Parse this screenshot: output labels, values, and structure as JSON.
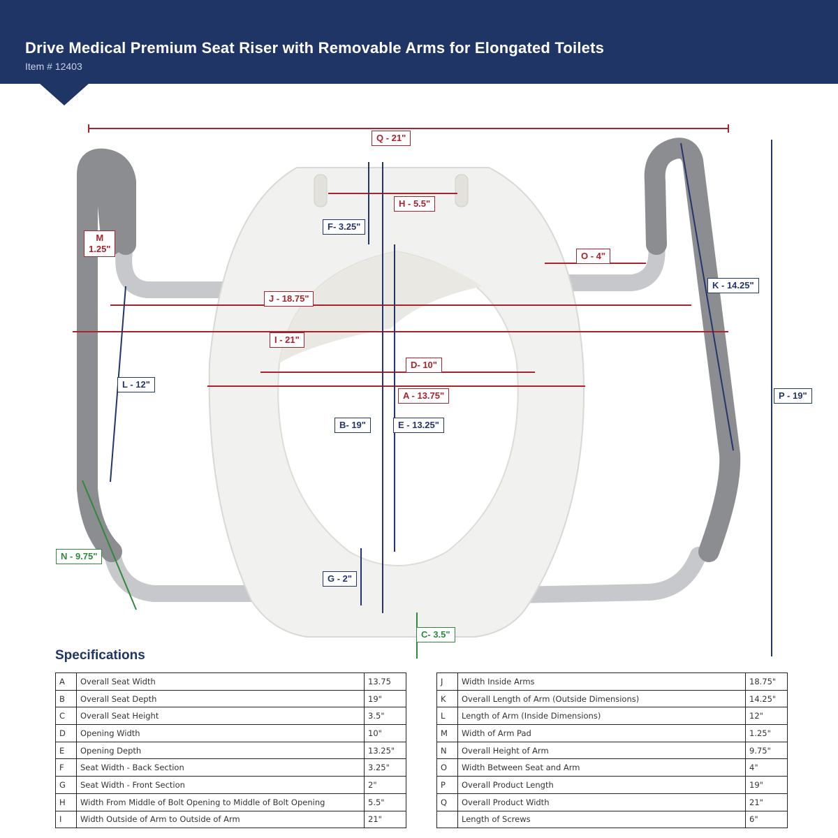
{
  "header": {
    "title": "Drive Medical Premium Seat Riser with Removable Arms for Elongated Toilets",
    "item_number": "Item # 12403"
  },
  "dimension_labels": {
    "Q": "Q - 21\"",
    "H": "H - 5.5\"",
    "F": "F- 3.25\"",
    "M": "M\n1.25\"",
    "O": "O - 4\"",
    "K": "K - 14.25\"",
    "J": "J - 18.75\"",
    "I": "I - 21\"",
    "D": "D- 10\"",
    "A": "A - 13.75\"",
    "L": "L - 12\"",
    "P": "P - 19\"",
    "B": "B- 19\"",
    "E": "E - 13.25\"",
    "N": "N - 9.75\"",
    "G": "G - 2\"",
    "C": "C- 3.5\""
  },
  "colors": {
    "header_bg": "#1f3565",
    "dim_red": "#a8232d",
    "dim_blue": "#23356a",
    "dim_green": "#2e8a3a",
    "arm_pad": "#8c8d91",
    "arm_tube": "#c6c8cc",
    "seat": "#f1f1ef"
  },
  "specifications": {
    "heading": "Specifications",
    "left_table": [
      {
        "code": "A",
        "name": "Overall Seat Width",
        "value": "13.75"
      },
      {
        "code": "B",
        "name": "Overall Seat Depth",
        "value": "19\""
      },
      {
        "code": "C",
        "name": "Overall Seat Height",
        "value": "3.5\""
      },
      {
        "code": "D",
        "name": "Opening Width",
        "value": "10\""
      },
      {
        "code": "E",
        "name": "Opening Depth",
        "value": "13.25\""
      },
      {
        "code": "F",
        "name": "Seat Width - Back Section",
        "value": "3.25\""
      },
      {
        "code": "G",
        "name": "Seat Width - Front Section",
        "value": "2\""
      },
      {
        "code": "H",
        "name": "Width From Middle of Bolt Opening to Middle of Bolt Opening",
        "value": "5.5\""
      },
      {
        "code": "I",
        "name": "Width Outside of Arm to Outside of Arm",
        "value": "21\""
      }
    ],
    "right_table": [
      {
        "code": "J",
        "name": "Width Inside Arms",
        "value": "18.75\""
      },
      {
        "code": "K",
        "name": "Overall Length of Arm (Outside Dimensions)",
        "value": "14.25\""
      },
      {
        "code": "L",
        "name": "Length of Arm (Inside Dimensions)",
        "value": "12\""
      },
      {
        "code": "M",
        "name": "Width of Arm Pad",
        "value": "1.25\""
      },
      {
        "code": "N",
        "name": "Overall Height of Arm",
        "value": "9.75\""
      },
      {
        "code": "O",
        "name": "Width Between Seat and Arm",
        "value": "4\""
      },
      {
        "code": "P",
        "name": "Overall Product Length",
        "value": "19\""
      },
      {
        "code": "Q",
        "name": "Overall Product Width",
        "value": "21\""
      },
      {
        "code": "",
        "name": "Length of Screws",
        "value": "6\""
      }
    ]
  }
}
